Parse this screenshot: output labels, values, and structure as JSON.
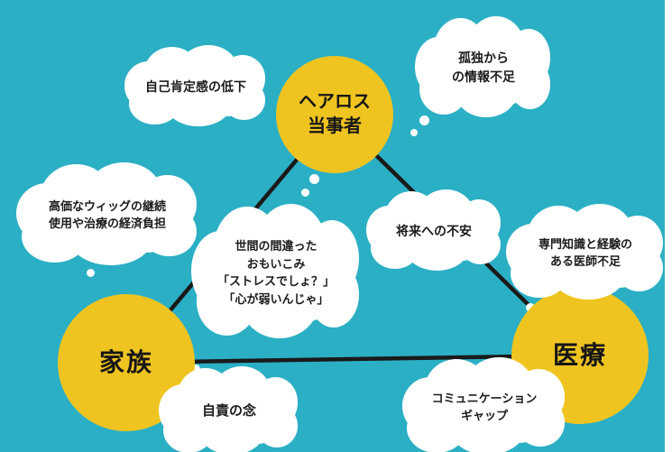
{
  "colors": {
    "background": "#2BAFC5",
    "node_fill": "#EFC421",
    "connector": "#1a1a1a",
    "bubble_fill": "#ffffff",
    "text": "#1b1b1b"
  },
  "diagram": {
    "nodes": [
      {
        "id": "hairloss-person",
        "label": "ヘアロス\n当事者"
      },
      {
        "id": "family",
        "label": "家族"
      },
      {
        "id": "medical",
        "label": "医療"
      }
    ],
    "bubbles": [
      {
        "id": "self-esteem",
        "text": "自己肯定感の低下"
      },
      {
        "id": "isolation-info",
        "text": "孤独から\nの情報不足"
      },
      {
        "id": "wig-cost",
        "text": "高価なウィッグの継続\n使用や治療の経済負担"
      },
      {
        "id": "misconception",
        "text": "世間の間違った\nおもいこみ\n「ストレスでしょ？」\n「心が弱いんじゃ」"
      },
      {
        "id": "future-anxiety",
        "text": "将来への不安"
      },
      {
        "id": "doctor-shortage",
        "text": "専門知識と経験の\nある医師不足"
      },
      {
        "id": "self-blame",
        "text": "自責の念"
      },
      {
        "id": "communication-gap",
        "text": "コミュニケーション\nギャップ"
      }
    ]
  }
}
